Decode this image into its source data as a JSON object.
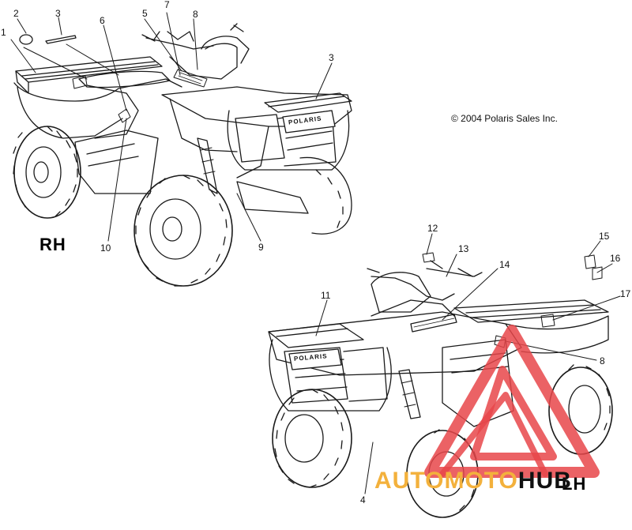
{
  "copyright": "© 2004 Polaris Sales Inc.",
  "side_labels": {
    "right": "RH",
    "left": "LH"
  },
  "brand_text": "POLARIS",
  "callouts": [
    "1",
    "2",
    "3",
    "3",
    "4",
    "5",
    "6",
    "7",
    "8",
    "9",
    "10",
    "11",
    "12",
    "13",
    "14",
    "15",
    "16",
    "17",
    "8"
  ],
  "watermark": {
    "part1": "AUTO",
    "part2": "MOTO",
    "part3": "HUB",
    "color_primary": "#e8474a",
    "color_accent": "#f3b13c"
  }
}
